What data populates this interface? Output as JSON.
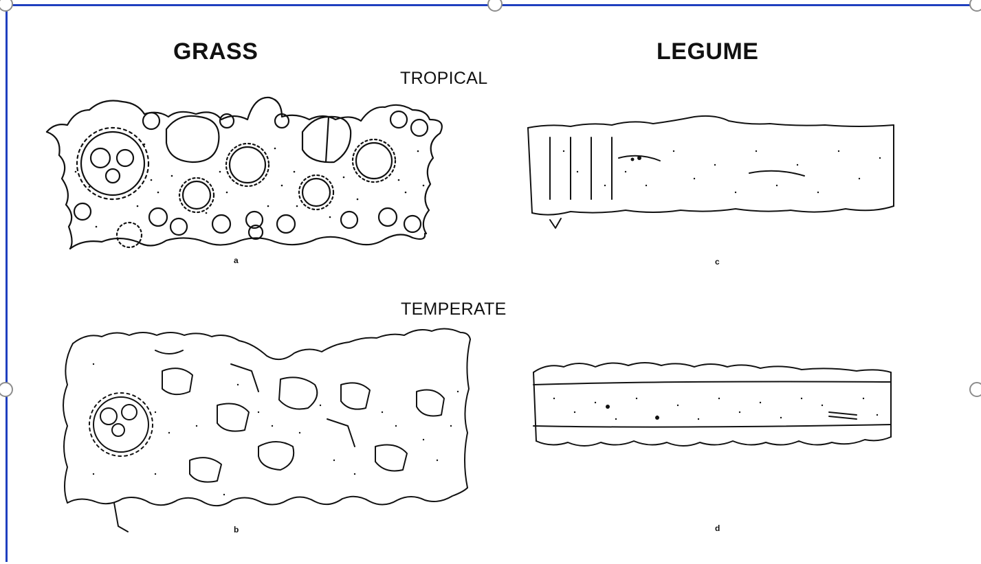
{
  "headings": {
    "grass": "GRASS",
    "legume": "LEGUME"
  },
  "climates": {
    "tropical": "TROPICAL",
    "temperate": "TEMPERATE"
  },
  "panels": {
    "a": {
      "letter": "a"
    },
    "b": {
      "letter": "b"
    },
    "c": {
      "letter": "c"
    },
    "d": {
      "letter": "d"
    }
  },
  "colors": {
    "ink": "#111111",
    "selection_border": "#1f3fbf",
    "handle": "#8c8c8c"
  }
}
